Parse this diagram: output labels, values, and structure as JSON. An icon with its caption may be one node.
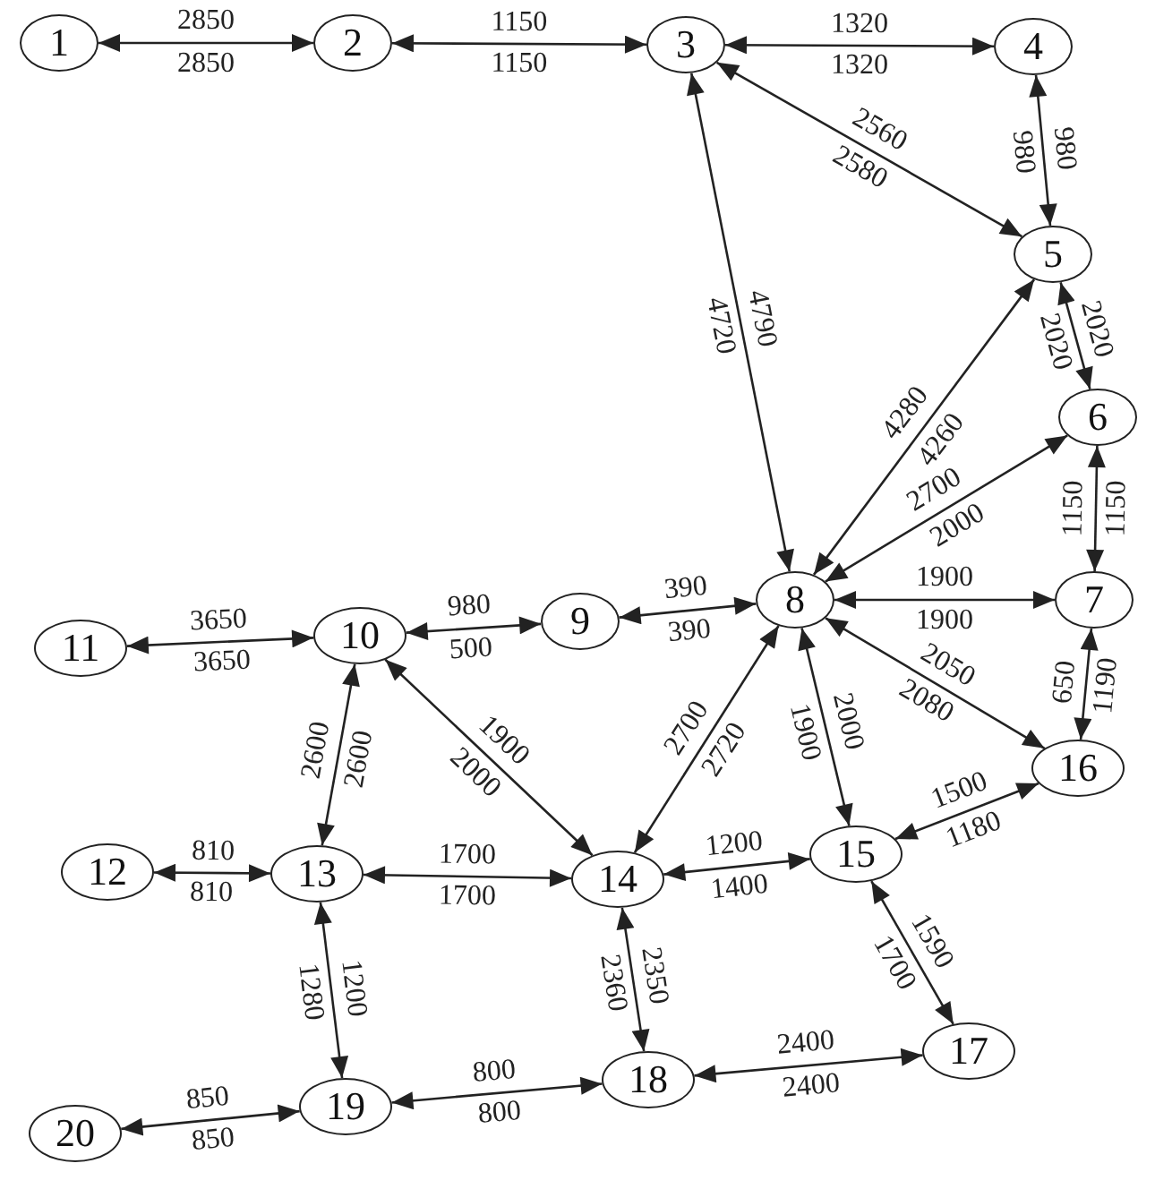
{
  "diagram": {
    "nodes": [
      {
        "text": [
          "1"
        ]
      },
      {
        "text": [
          "2"
        ]
      },
      {
        "text": [
          "3"
        ]
      },
      {
        "text": [
          "4"
        ]
      },
      {
        "text": [
          "5"
        ]
      },
      {
        "text": [
          "6"
        ]
      },
      {
        "text": [
          "7"
        ]
      },
      {
        "text": [
          "8"
        ]
      },
      {
        "text": [
          "9"
        ]
      },
      {
        "text": [
          "10"
        ]
      },
      {
        "text": [
          "11"
        ]
      },
      {
        "text": [
          "12"
        ]
      },
      {
        "text": [
          "13"
        ]
      },
      {
        "text": [
          "14"
        ]
      },
      {
        "text": [
          "15"
        ]
      },
      {
        "text": [
          "16"
        ]
      },
      {
        "text": [
          "17"
        ]
      },
      {
        "text": [
          "18"
        ]
      },
      {
        "text": [
          "19"
        ]
      },
      {
        "text": [
          "20"
        ]
      }
    ],
    "edges": [
      {
        "from": 0,
        "to": 1,
        "arrow": "both",
        "label": "2850"
      },
      {
        "from": 1,
        "to": 2,
        "arrow": "both",
        "label": "1150"
      },
      {
        "from": 2,
        "to": 3,
        "arrow": "both",
        "label": "1320"
      },
      {
        "from": 2,
        "to": 4,
        "arrow": "both",
        "label": "2560"
      },
      {
        "from": 2,
        "to": 7,
        "arrow": "both",
        "label": "4790"
      },
      {
        "from": 3,
        "to": 4,
        "arrow": "both",
        "label": "980"
      },
      {
        "from": 4,
        "to": 5,
        "arrow": "both",
        "label": "2020"
      },
      {
        "from": 4,
        "to": 7,
        "arrow": "both",
        "label": "4260"
      },
      {
        "from": 5,
        "to": 6,
        "arrow": "both",
        "label": "1150"
      },
      {
        "from": 5,
        "to": 7,
        "arrow": "both",
        "label": "2000"
      },
      {
        "from": 6,
        "to": 7,
        "arrow": "both",
        "label": "1900"
      },
      {
        "from": 6,
        "to": 15,
        "arrow": "both",
        "label": "1190"
      },
      {
        "from": 7,
        "to": 8,
        "arrow": "both",
        "label": "390"
      },
      {
        "from": 7,
        "to": 13,
        "arrow": "both",
        "label": "2720"
      },
      {
        "from": 7,
        "to": 14,
        "arrow": "both",
        "label": "2000"
      },
      {
        "from": 7,
        "to": 15,
        "arrow": "both",
        "label": "2050"
      },
      {
        "from": 8,
        "to": 9,
        "arrow": "both",
        "label": "500"
      },
      {
        "from": 9,
        "to": 10,
        "arrow": "both",
        "label": "3650"
      },
      {
        "from": 9,
        "to": 12,
        "arrow": "both",
        "label": "2600"
      },
      {
        "from": 9,
        "to": 13,
        "arrow": "both",
        "label": "1900"
      },
      {
        "from": 11,
        "to": 12,
        "arrow": "both",
        "label": "810"
      },
      {
        "from": 12,
        "to": 13,
        "arrow": "both",
        "label": "1700"
      },
      {
        "from": 12,
        "to": 18,
        "arrow": "both",
        "label": "1200"
      },
      {
        "from": 13,
        "to": 14,
        "arrow": "both",
        "label": "1200"
      },
      {
        "from": 13,
        "to": 17,
        "arrow": "both",
        "label": "2350"
      },
      {
        "from": 14,
        "to": 15,
        "arrow": "both",
        "label": "1500"
      },
      {
        "from": 14,
        "to": 16,
        "arrow": "both",
        "label": "1590"
      },
      {
        "from": 16,
        "to": 17,
        "arrow": "both",
        "label": "2400"
      },
      {
        "from": 17,
        "to": 18,
        "arrow": "both",
        "label": "800"
      },
      {
        "from": 18,
        "to": 19,
        "arrow": "both",
        "label": "850"
      }
    ],
    "labels": [
      "2850",
      "1150",
      "1320",
      "2580",
      "980",
      "4720",
      "2020",
      "4280",
      "2700",
      "1150",
      "980",
      "390",
      "1900",
      "3650",
      "2080",
      "650",
      "2600",
      "2000",
      "2700",
      "1900",
      "1180",
      "810",
      "1700",
      "1400",
      "1280",
      "2360",
      "1700",
      "800",
      "2400",
      "850"
    ]
  }
}
